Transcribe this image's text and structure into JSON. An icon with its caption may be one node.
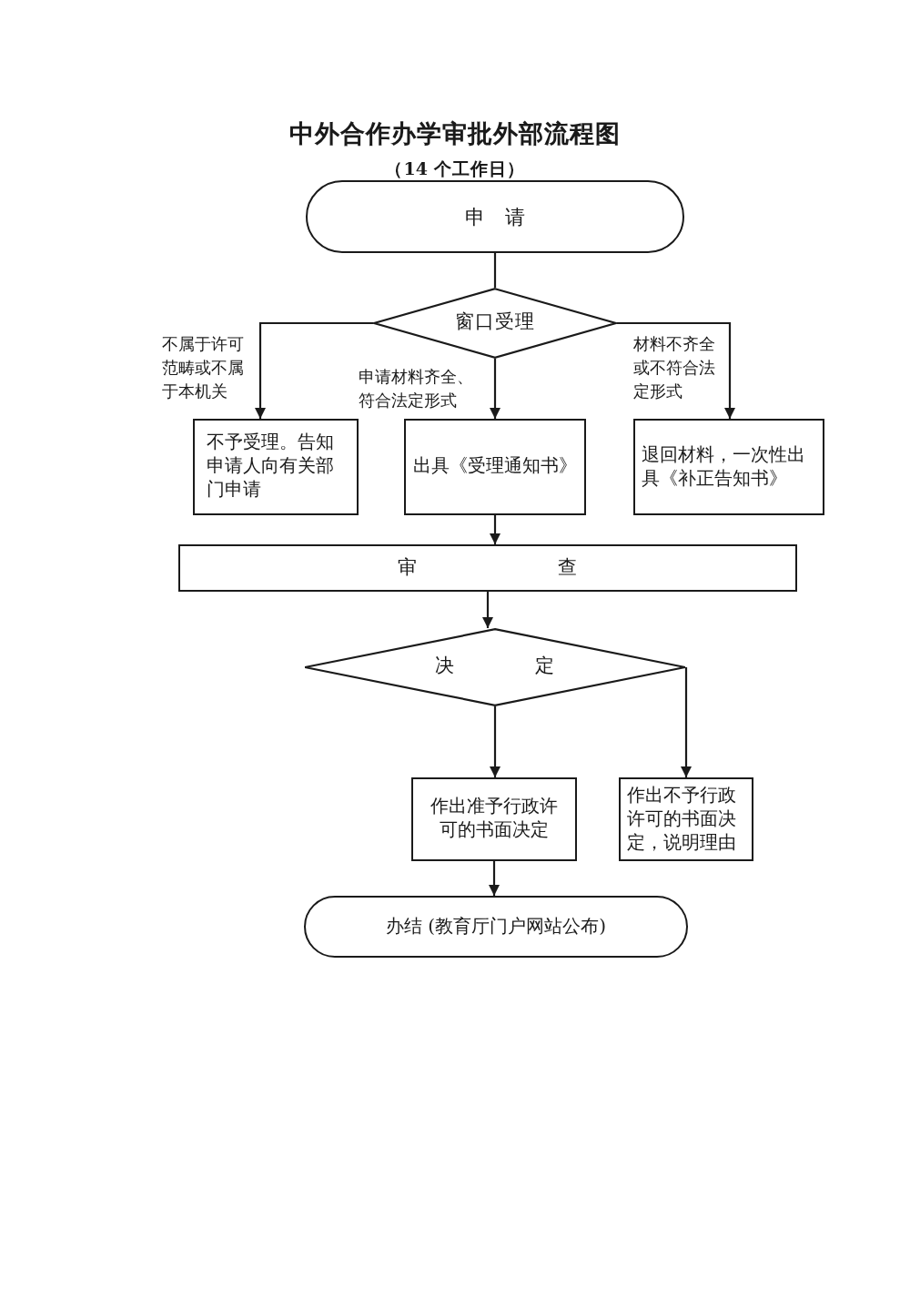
{
  "diagram": {
    "title": "中外合作办学审批外部流程图",
    "nodes": [
      {
        "text": [
          "申　请"
        ]
      },
      {
        "text": [
          "窗口受理"
        ]
      },
      {
        "text": [
          "不予受理。告知申请人向有关部门申请"
        ]
      },
      {
        "text": [
          "出具《受理通知书》"
        ]
      },
      {
        "text": [
          "退回材料，一次性出具《补正告知书》"
        ]
      },
      {
        "text": [
          "审　　　　　　　查"
        ]
      },
      {
        "text": [
          "决　　　　定"
        ]
      },
      {
        "text": [
          "作出准予行政许可的书面决定"
        ]
      },
      {
        "text": [
          "作出不予行政许可的书面决定，说明理由"
        ]
      },
      {
        "text": [
          "办结 (教育厅门户网站公布)"
        ]
      }
    ],
    "edges": [
      {
        "from": 0,
        "to": 1,
        "arrow": "none"
      },
      {
        "from": 1,
        "to": 2,
        "arrow": "to",
        "label": "不属于许可范畴或不属于本机关"
      },
      {
        "from": 1,
        "to": 3,
        "arrow": "to",
        "label": "申请材料齐全、符合法定形式"
      },
      {
        "from": 1,
        "to": 4,
        "arrow": "to",
        "label": "材料不齐全或不符合法定形式"
      },
      {
        "from": 3,
        "to": 5,
        "arrow": "to"
      },
      {
        "from": 5,
        "to": 6,
        "arrow": "to"
      },
      {
        "from": 6,
        "to": 7,
        "arrow": "to"
      },
      {
        "from": 6,
        "to": 8,
        "arrow": "to"
      },
      {
        "from": 7,
        "to": 9,
        "arrow": "to"
      }
    ],
    "labels": [
      "（14 个工作日）"
    ]
  }
}
